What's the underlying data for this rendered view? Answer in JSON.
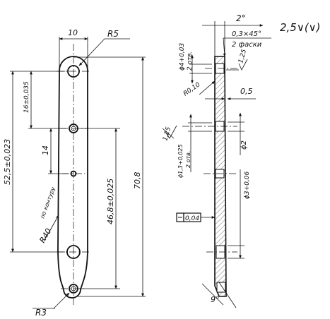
{
  "front_view": {
    "dim_width": "10",
    "radius_top": "R5",
    "radius_bottom": "R3",
    "contour_radius": "R40",
    "contour_note": "по контуру",
    "dim_overall_length": "70,8",
    "dim_hole_spacing": "52,5±0,023",
    "dim_top_pair": "16±0,035",
    "dim_middle": "14",
    "dim_lower_span": "46,8±0,025"
  },
  "side_view": {
    "surface_finish": "2,5∨(∨)",
    "angle_top": "2°",
    "chamfer": "0,3×45°",
    "chamfer_note": "2 фаски",
    "dia_top_holes": "ϕ4+0,03",
    "dia_top_holes_note": "2 отв.",
    "finish_125_top": "1,25",
    "radius_small": "R0,10",
    "thickness": "0,5",
    "finish_125_mid": "1,25",
    "dia_small_holes": "ϕ1,3+0,025",
    "dia_small_holes_note": "2 отв.",
    "dia_2": "ϕ2",
    "dia_3": "ϕ3+0,06",
    "flatness": "0,04",
    "angle_bottom": "9°"
  }
}
